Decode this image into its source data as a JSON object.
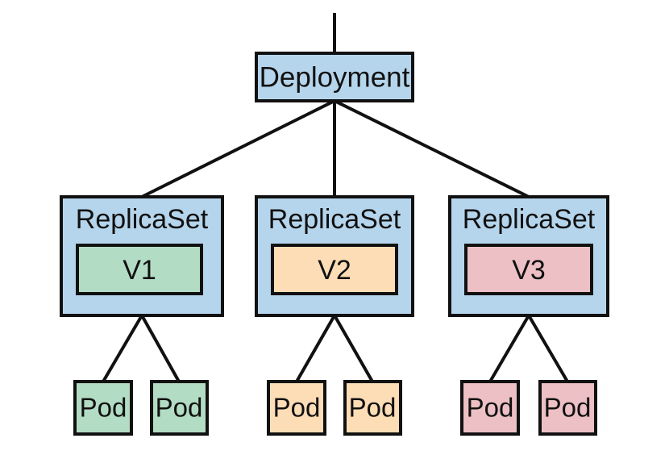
{
  "deployment": {
    "label": "Deployment",
    "color": "#b5d5ec"
  },
  "replicasets": [
    {
      "label": "ReplicaSet",
      "version": "V1",
      "version_color": "#b3dcc4",
      "pods": [
        "Pod",
        "Pod"
      ]
    },
    {
      "label": "ReplicaSet",
      "version": "V2",
      "version_color": "#fcddb6",
      "pods": [
        "Pod",
        "Pod"
      ]
    },
    {
      "label": "ReplicaSet",
      "version": "V3",
      "version_color": "#ecc0c4",
      "pods": [
        "Pod",
        "Pod"
      ]
    }
  ],
  "colors": {
    "replicaset_fill": "#b5d5ec",
    "stroke": "#111111",
    "background": "#ffffff"
  }
}
